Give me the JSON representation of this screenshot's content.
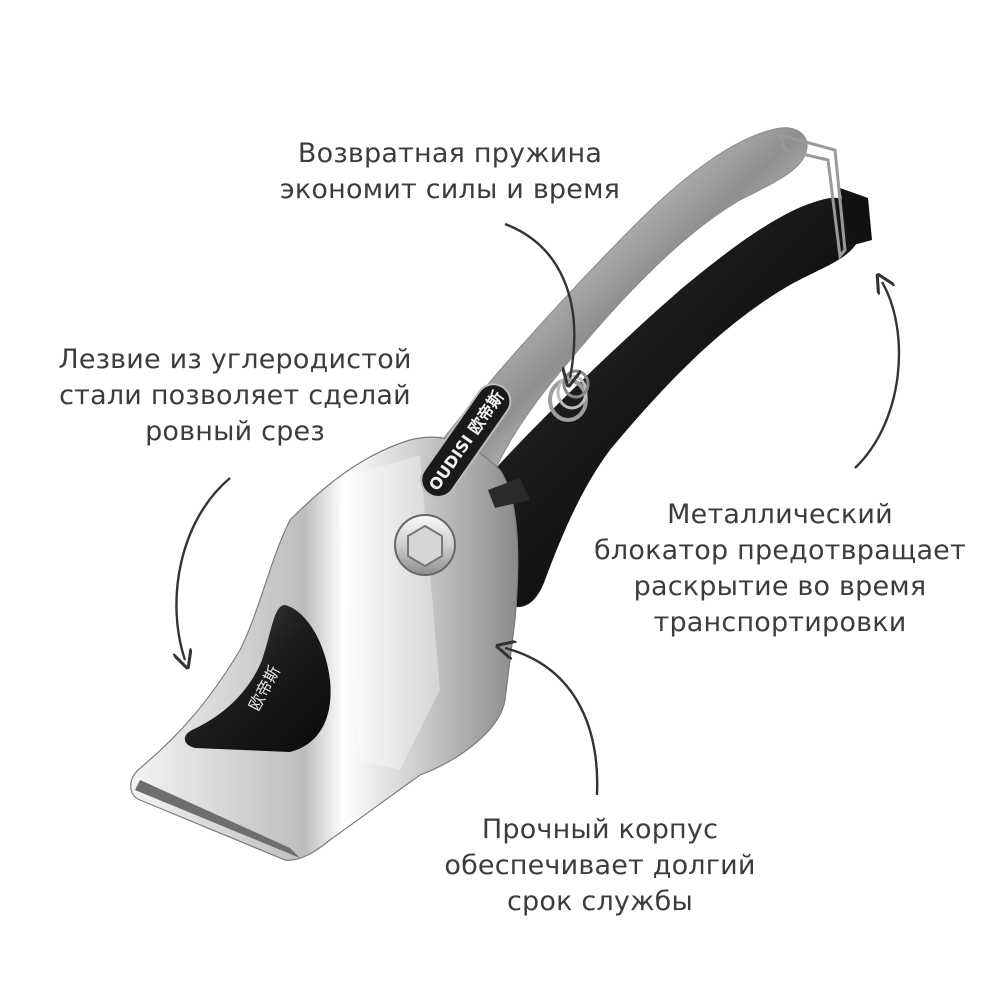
{
  "product": {
    "brand_logo_text": "OUDISI 欧帝斯",
    "blade_logo_text": "欧帝斯"
  },
  "annotations": {
    "spring": {
      "line1": "Возвратная пружина",
      "line2": "экономит силы и время"
    },
    "blade": {
      "line1": "Лезвие из углеродистой",
      "line2": "стали позволяет сделай",
      "line3": "ровный срез"
    },
    "lock": {
      "line1": "Металлический",
      "line2": "блокатор предотвращает",
      "line3": "раскрытие во время",
      "line4": "транспортировки"
    },
    "body": {
      "line1": "Прочный корпус",
      "line2": "обеспечивает долгий",
      "line3": "срок службы"
    }
  },
  "colors": {
    "text": "#3c3c3c",
    "arrow": "#333333",
    "handle_black": "#1c1c1c",
    "chrome": "#c9c9c9"
  }
}
